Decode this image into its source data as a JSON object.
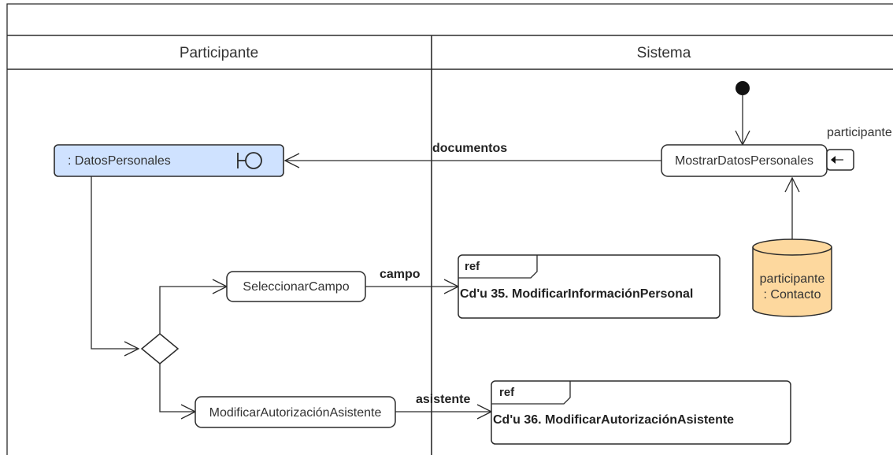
{
  "lanes": {
    "left": "Participante",
    "right": "Sistema"
  },
  "nodes": {
    "datos_personales": ": DatosPersonales",
    "mostrar_datos": "MostrarDatosPersonales",
    "seleccionar_campo": "SeleccionarCampo",
    "modificar_autorizacion": "ModificarAutorizaciónAsistente",
    "datastore_line1": "participante",
    "datastore_line2": ": Contacto"
  },
  "edges": {
    "documentos": "documentos",
    "campo": "campo",
    "asistente": "asistente",
    "participante_param": "participante"
  },
  "refs": {
    "ref1_tag": "ref",
    "ref1_text": "Cd'u 35. ModificarInformaciónPersonal",
    "ref2_tag": "ref",
    "ref2_text": "Cd'u 36. ModificarAutorizaciónAsistente"
  },
  "colors": {
    "boundary_fill": "#cfe2ff",
    "datastore_fill": "#fdd89e",
    "line": "#2b2b2b"
  },
  "icons": {
    "boundary": "boundary-icon",
    "initial": "initial-node-icon",
    "decision": "decision-diamond-icon",
    "pin": "output-pin-icon"
  }
}
